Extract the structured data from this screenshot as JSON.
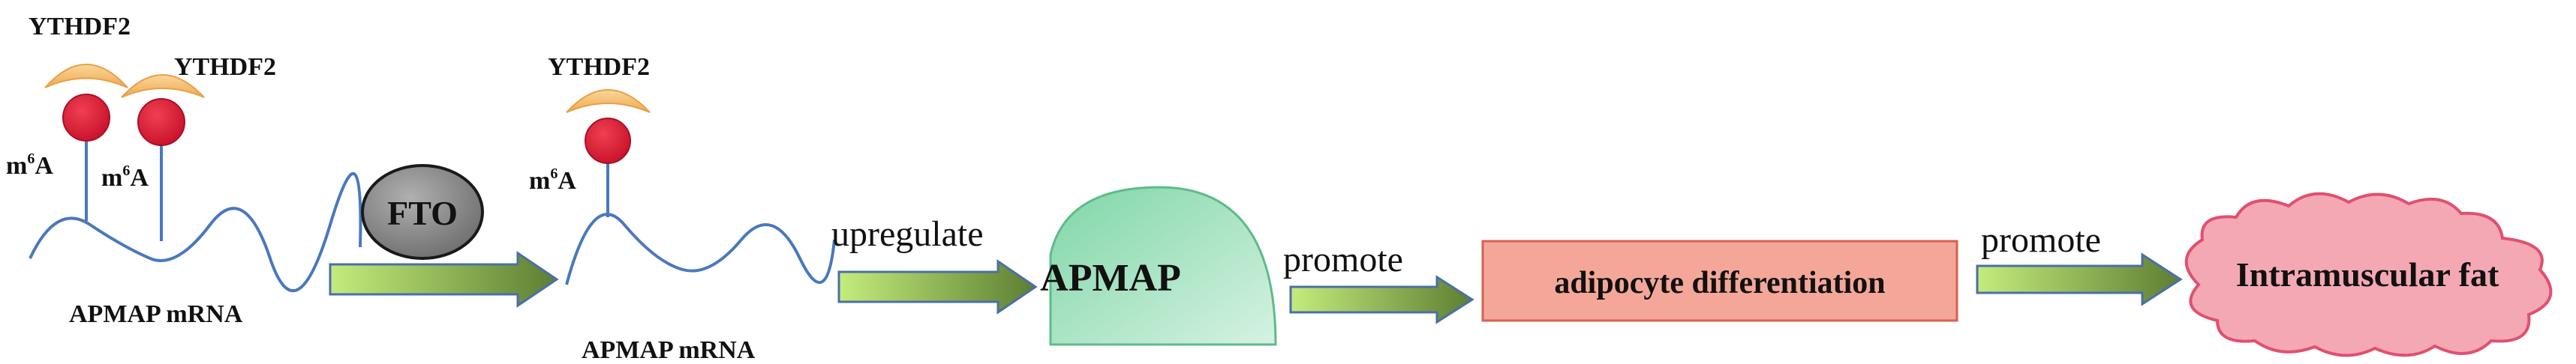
{
  "left_group": {
    "reader_label_1": "YTHDF2",
    "reader_label_2": "YTHDF2",
    "mod_label_1_base": "m",
    "mod_label_1_sup": "6",
    "mod_label_1_tail": "A",
    "mod_label_2_base": "m",
    "mod_label_2_sup": "6",
    "mod_label_2_tail": "A",
    "mrna_label": "APMAP mRNA"
  },
  "eraser": {
    "label": "FTO"
  },
  "middle_group": {
    "reader_label": "YTHDF2",
    "mod_label_base": "m",
    "mod_label_sup": "6",
    "mod_label_tail": "A",
    "mrna_label": "APMAP mRNA"
  },
  "steps": {
    "upregulate": "upregulate",
    "promote_1": "promote",
    "promote_2": "promote"
  },
  "nodes": {
    "protein": "APMAP",
    "process": "adipocyte differentiation",
    "outcome": "Intramuscular fat"
  },
  "colors": {
    "reader": "#F6C57A",
    "m6a_dot": "#E0203A",
    "mrna_line": "#4A78BE",
    "arrow_fill_light": "#B8E070",
    "arrow_fill_dark": "#6A8A3A",
    "arrow_border": "#4A6FA8",
    "fto_fill": "#8C8C8C",
    "protein_fill": "#A8E0C0",
    "process_fill": "#F4A798",
    "cloud_fill": "#F4A8B4",
    "cloud_stroke": "#E05070"
  }
}
